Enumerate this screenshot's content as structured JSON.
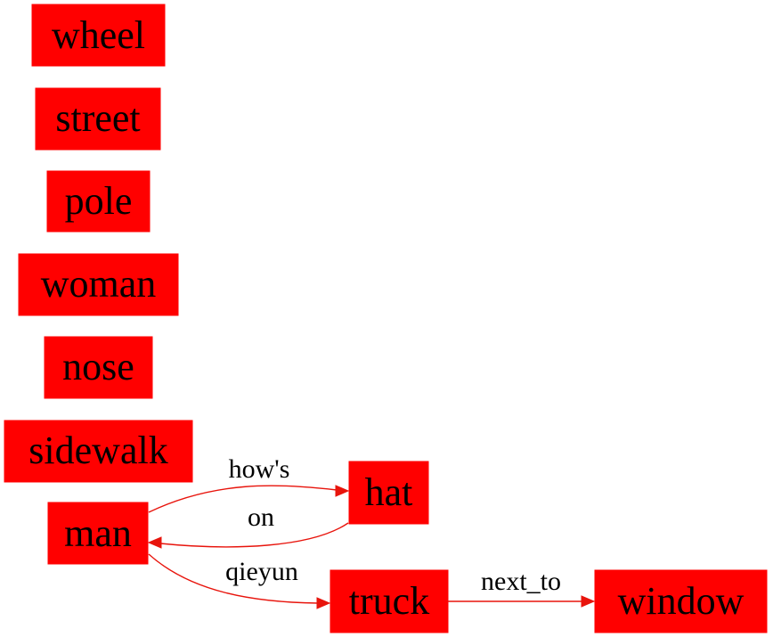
{
  "colors": {
    "node_fill": "#ff0000",
    "edge": "#e8140c",
    "text": "#000000"
  },
  "nodes": {
    "wheel": "wheel",
    "street": "street",
    "pole": "pole",
    "woman": "woman",
    "nose": "nose",
    "sidewalk": "sidewalk",
    "man": "man",
    "hat": "hat",
    "truck": "truck",
    "window": "window"
  },
  "edges": {
    "man_hat": {
      "from": "man",
      "to": "hat",
      "label": "how's"
    },
    "hat_man": {
      "from": "hat",
      "to": "man",
      "label": "on"
    },
    "man_truck": {
      "from": "man",
      "to": "truck",
      "label": "qieyun"
    },
    "truck_window": {
      "from": "truck",
      "to": "window",
      "label": "next_to"
    }
  }
}
